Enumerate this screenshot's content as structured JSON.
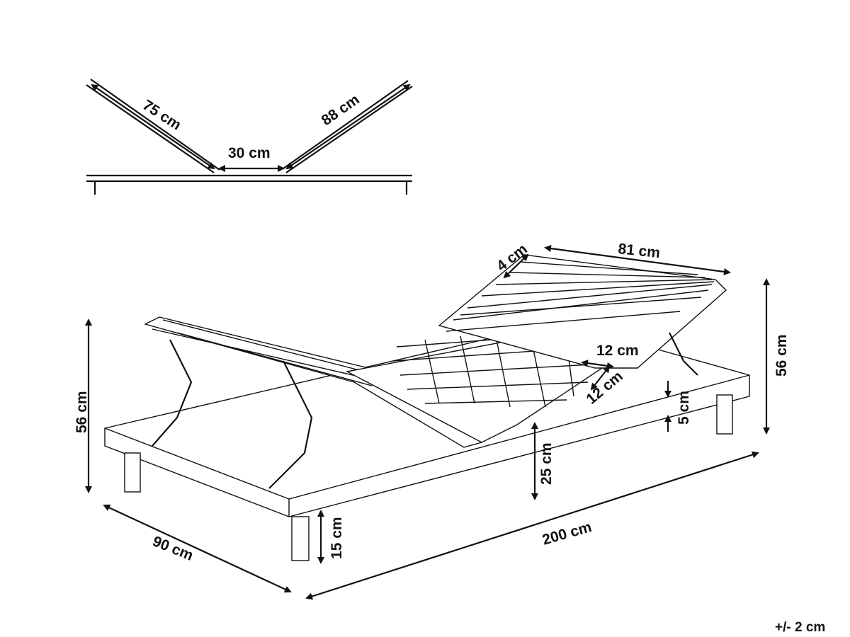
{
  "profile_view": {
    "head_section": "75 cm",
    "foot_section": "88 cm",
    "middle_section": "30 cm"
  },
  "bed_view": {
    "head_width": "81 cm",
    "slat_gap": "4 cm",
    "zone_width": "12 cm",
    "zone_depth": "12 cm",
    "height_left": "56 cm",
    "height_right": "56 cm",
    "frame_thickness": "5 cm",
    "under_height": "25 cm",
    "leg_height": "15 cm",
    "width": "90 cm",
    "length": "200 cm"
  },
  "tolerance": "+/- 2 cm"
}
